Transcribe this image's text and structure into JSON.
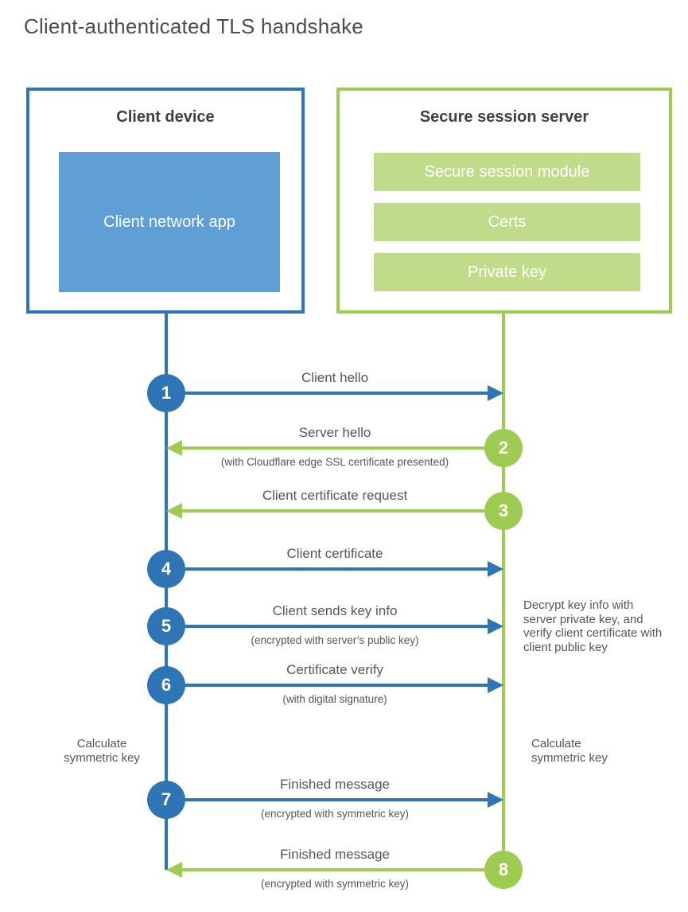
{
  "title": "Client-authenticated TLS handshake",
  "colors": {
    "blue": "#2e75b6",
    "blue_fill": "#5f9fd6",
    "green": "#9ecb52",
    "green_fill": "#c0db8a",
    "text_dark": "#3f4042",
    "text_gray": "#55565a"
  },
  "client": {
    "title": "Client device",
    "app_label": "Client network app"
  },
  "server": {
    "title": "Secure session server",
    "modules": {
      "0": "Secure session module",
      "1": "Certs",
      "2": "Private key"
    }
  },
  "steps": [
    {
      "num": "1",
      "from": "client",
      "direction": "right",
      "label": "Client hello",
      "sub": ""
    },
    {
      "num": "2",
      "from": "server",
      "direction": "left",
      "label": "Server hello",
      "sub": "(with Cloudflare edge SSL certificate presented)"
    },
    {
      "num": "3",
      "from": "server",
      "direction": "left",
      "label": "Client certificate request",
      "sub": ""
    },
    {
      "num": "4",
      "from": "client",
      "direction": "right",
      "label": "Client certificate",
      "sub": ""
    },
    {
      "num": "5",
      "from": "client",
      "direction": "right",
      "label": "Client sends key info",
      "sub": "(encrypted with server’s public key)"
    },
    {
      "num": "6",
      "from": "client",
      "direction": "right",
      "label": "Certificate verify",
      "sub": "(with digital signature)"
    },
    {
      "num": "7",
      "from": "client",
      "direction": "right",
      "label": "Finished message",
      "sub": "(encrypted with symmetric key)"
    },
    {
      "num": "8",
      "from": "server",
      "direction": "left",
      "label": "Finished message",
      "sub": "(encrypted with symmetric key)"
    }
  ],
  "notes": {
    "decrypt": "Decrypt key info with server private key, and verify client certificate with client public key",
    "calc_left": "Calculate symmetric key",
    "calc_right": "Calculate symmetric key"
  }
}
